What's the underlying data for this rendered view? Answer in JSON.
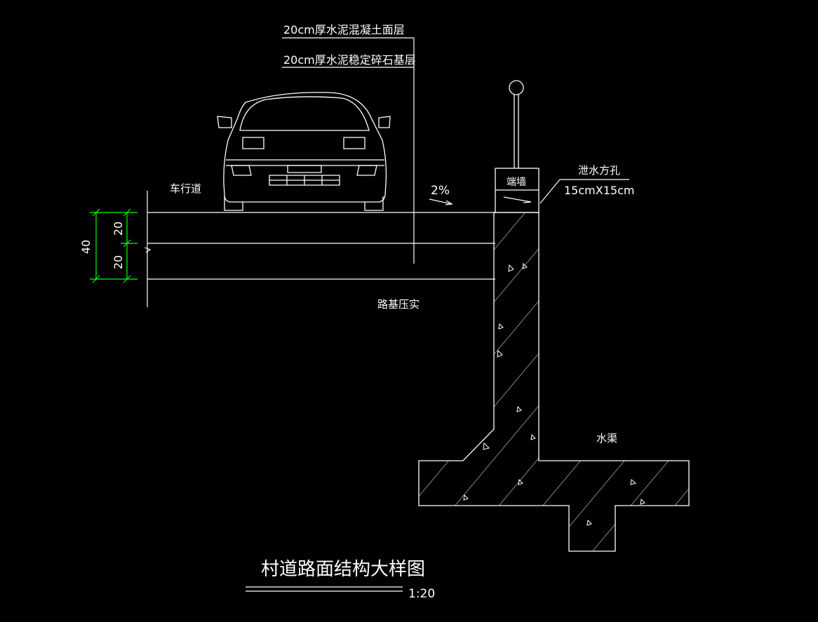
{
  "layers": {
    "surface": "20cm厚水泥混凝土面层",
    "base": "20cm厚水泥稳定碎石基层"
  },
  "labels": {
    "roadway": "车行道",
    "slope": "2%",
    "wall": "端墙",
    "drain_hole_title": "泄水方孔",
    "drain_hole_size": "15cmX15cm",
    "subgrade": "路基压实",
    "channel": "水渠"
  },
  "dimensions": {
    "total": "40",
    "upper": "20",
    "lower": "20"
  },
  "title": {
    "main": "村道路面结构大样图",
    "scale": "1:20"
  },
  "colors": {
    "background": "#000000",
    "lines": "#ffffff",
    "dimension": "#00ff00"
  }
}
